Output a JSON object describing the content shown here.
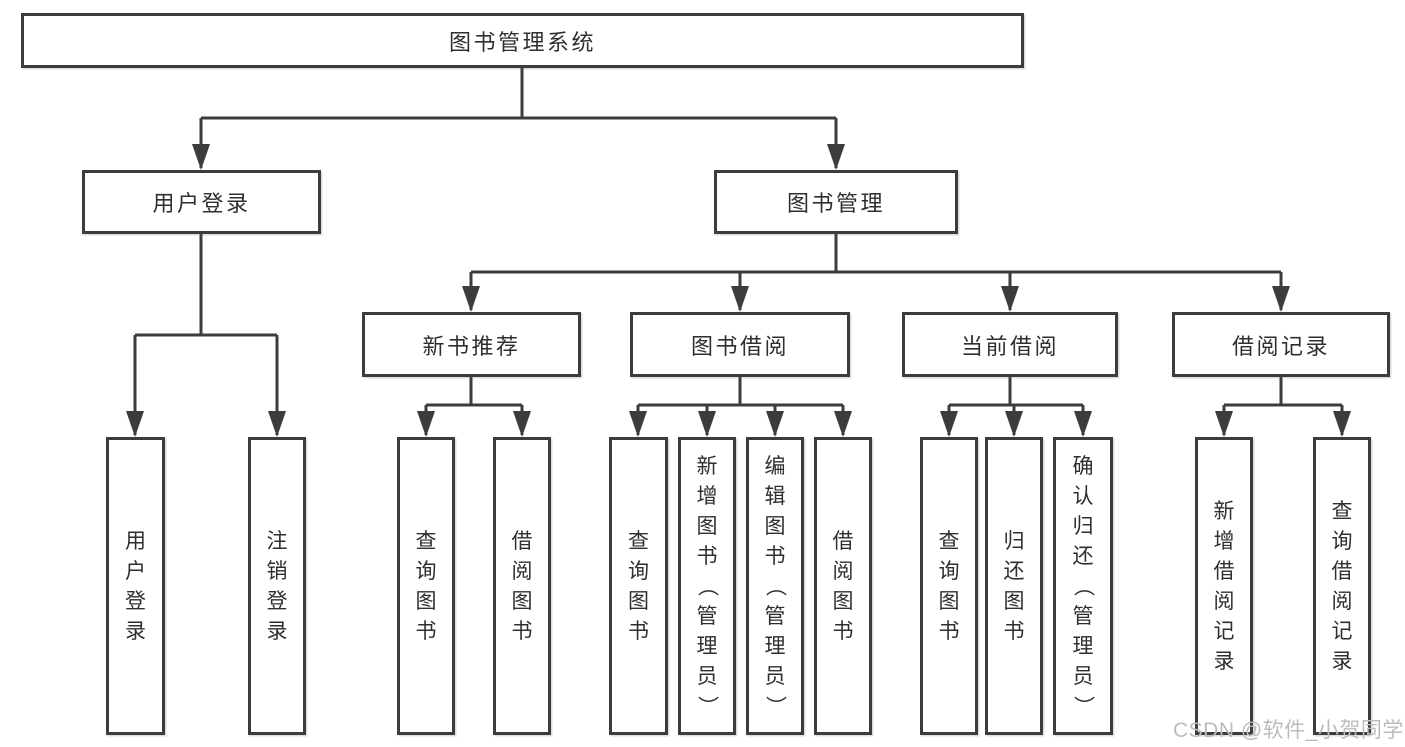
{
  "diagram": {
    "tree": {
      "label": "图书管理系统",
      "children": [
        {
          "label": "用户登录",
          "children": [
            {
              "label": "用户登录"
            },
            {
              "label": "注销登录"
            }
          ]
        },
        {
          "label": "图书管理",
          "children": [
            {
              "label": "新书推荐",
              "children": [
                {
                  "label": "查询图书"
                },
                {
                  "label": "借阅图书"
                }
              ]
            },
            {
              "label": "图书借阅",
              "children": [
                {
                  "label": "查询图书"
                },
                {
                  "label": "新增图书（管理员）"
                },
                {
                  "label": "编辑图书（管理员）"
                },
                {
                  "label": "借阅图书"
                }
              ]
            },
            {
              "label": "当前借阅",
              "children": [
                {
                  "label": "查询图书"
                },
                {
                  "label": "归还图书"
                },
                {
                  "label": "确认归还（管理员）"
                }
              ]
            },
            {
              "label": "借阅记录",
              "children": [
                {
                  "label": "新增借阅记录"
                },
                {
                  "label": "查询借阅记录"
                }
              ]
            }
          ]
        }
      ]
    },
    "watermark": "CSDN @软件_小贺同学",
    "colors": {
      "line": "#3c3c3c",
      "text": "#2f2f2f",
      "watermark": "#b9bcc0",
      "background": "#ffffff"
    }
  }
}
